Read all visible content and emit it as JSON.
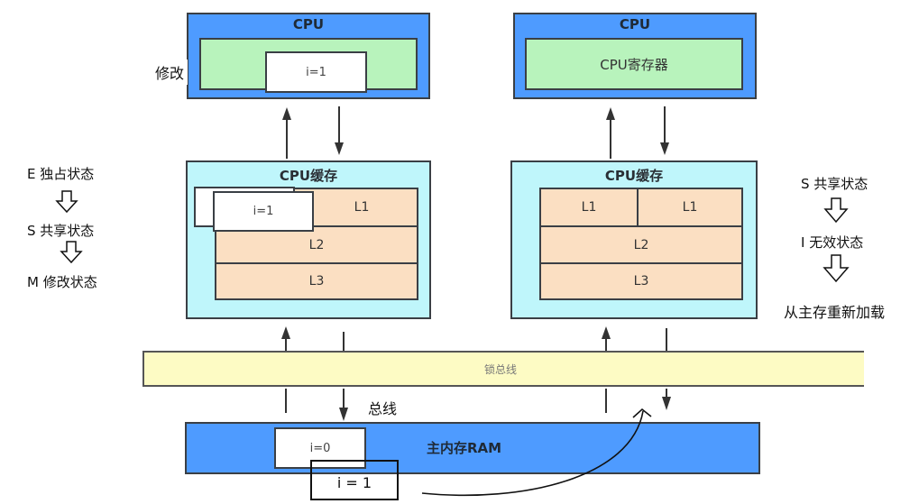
{
  "cpu_left": {
    "title": "CPU",
    "register_value": "i=1",
    "annotation": "修改"
  },
  "cpu_right": {
    "title": "CPU",
    "register_label": "CPU寄存器"
  },
  "cache_left": {
    "title": "CPU缓存",
    "cached_value": "i=1",
    "levels": {
      "l1": "L1",
      "l2": "L2",
      "l3": "L3"
    }
  },
  "cache_right": {
    "title": "CPU缓存",
    "levels": {
      "l1a": "L1",
      "l1b": "L1",
      "l2": "L2",
      "l3": "L3"
    }
  },
  "bus": {
    "lock_label": "锁总线",
    "bus_label": "总线"
  },
  "ram": {
    "label": "主内存RAM",
    "stored_value": "i=0",
    "written_value": "i = 1"
  },
  "left_states": [
    "E 独占状态",
    "S 共享状态",
    "M 修改状态"
  ],
  "right_states": [
    "S 共享状态",
    "I 无效状态",
    "从主存重新加载"
  ],
  "colors": {
    "cpu": "#4e9bff",
    "register": "#b8f3bc",
    "cache": "#bff6fb",
    "cache_level": "#fbdfc2",
    "bus": "#fdfbc4"
  }
}
